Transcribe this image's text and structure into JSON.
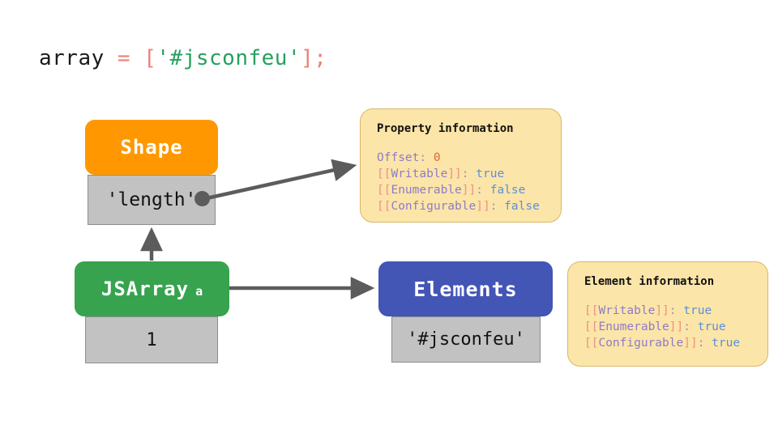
{
  "code": {
    "ident": "array",
    "equals": " = ",
    "open_bracket": "[",
    "string": "'#jsconfeu'",
    "close_bracket": "]",
    "semicolon": ";"
  },
  "nodes": {
    "shape": {
      "title": "Shape",
      "cell_value": "'length'",
      "color": "#ff9800"
    },
    "jsarray": {
      "title": "JSArray",
      "subscript": "a",
      "cell_value": "1",
      "color": "#37a34f"
    },
    "elements": {
      "title": "Elements",
      "cell_value": "'#jsconfeu'",
      "color": "#4355b5"
    }
  },
  "property_info": {
    "title": "Property information",
    "rows": [
      {
        "key": "Offset",
        "bracketed": false,
        "value": "0",
        "value_type": "number"
      },
      {
        "key": "Writable",
        "bracketed": true,
        "value": "true",
        "value_type": "bool"
      },
      {
        "key": "Enumerable",
        "bracketed": true,
        "value": "false",
        "value_type": "bool"
      },
      {
        "key": "Configurable",
        "bracketed": true,
        "value": "false",
        "value_type": "bool"
      }
    ]
  },
  "element_info": {
    "title": "Element information",
    "rows": [
      {
        "key": "Writable",
        "bracketed": true,
        "value": "true",
        "value_type": "bool"
      },
      {
        "key": "Enumerable",
        "bracketed": true,
        "value": "true",
        "value_type": "bool"
      },
      {
        "key": "Configurable",
        "bracketed": true,
        "value": "true",
        "value_type": "bool"
      }
    ]
  },
  "arrows": [
    {
      "name": "length-to-property-info",
      "from": "shape-length-cell",
      "to": "property-info-box"
    },
    {
      "name": "jsarray-to-shape",
      "from": "jsarray-head",
      "to": "shape-length-cell"
    },
    {
      "name": "jsarray-to-elements",
      "from": "jsarray-head",
      "to": "elements-head"
    }
  ],
  "colors": {
    "background": "#ffffff",
    "arrow": "#5c5c5c",
    "cell_fill": "#c2c2c2",
    "cell_border": "#8e8e8e",
    "callout_fill": "#fce5a8",
    "callout_border": "#d6b86a",
    "code_operator": "#ef7f75",
    "code_string": "#25a05e",
    "key_bracket": "#ef8f85",
    "key_name": "#8d7cc8",
    "value_bool": "#5b8fd9",
    "value_number": "#e2653a"
  }
}
